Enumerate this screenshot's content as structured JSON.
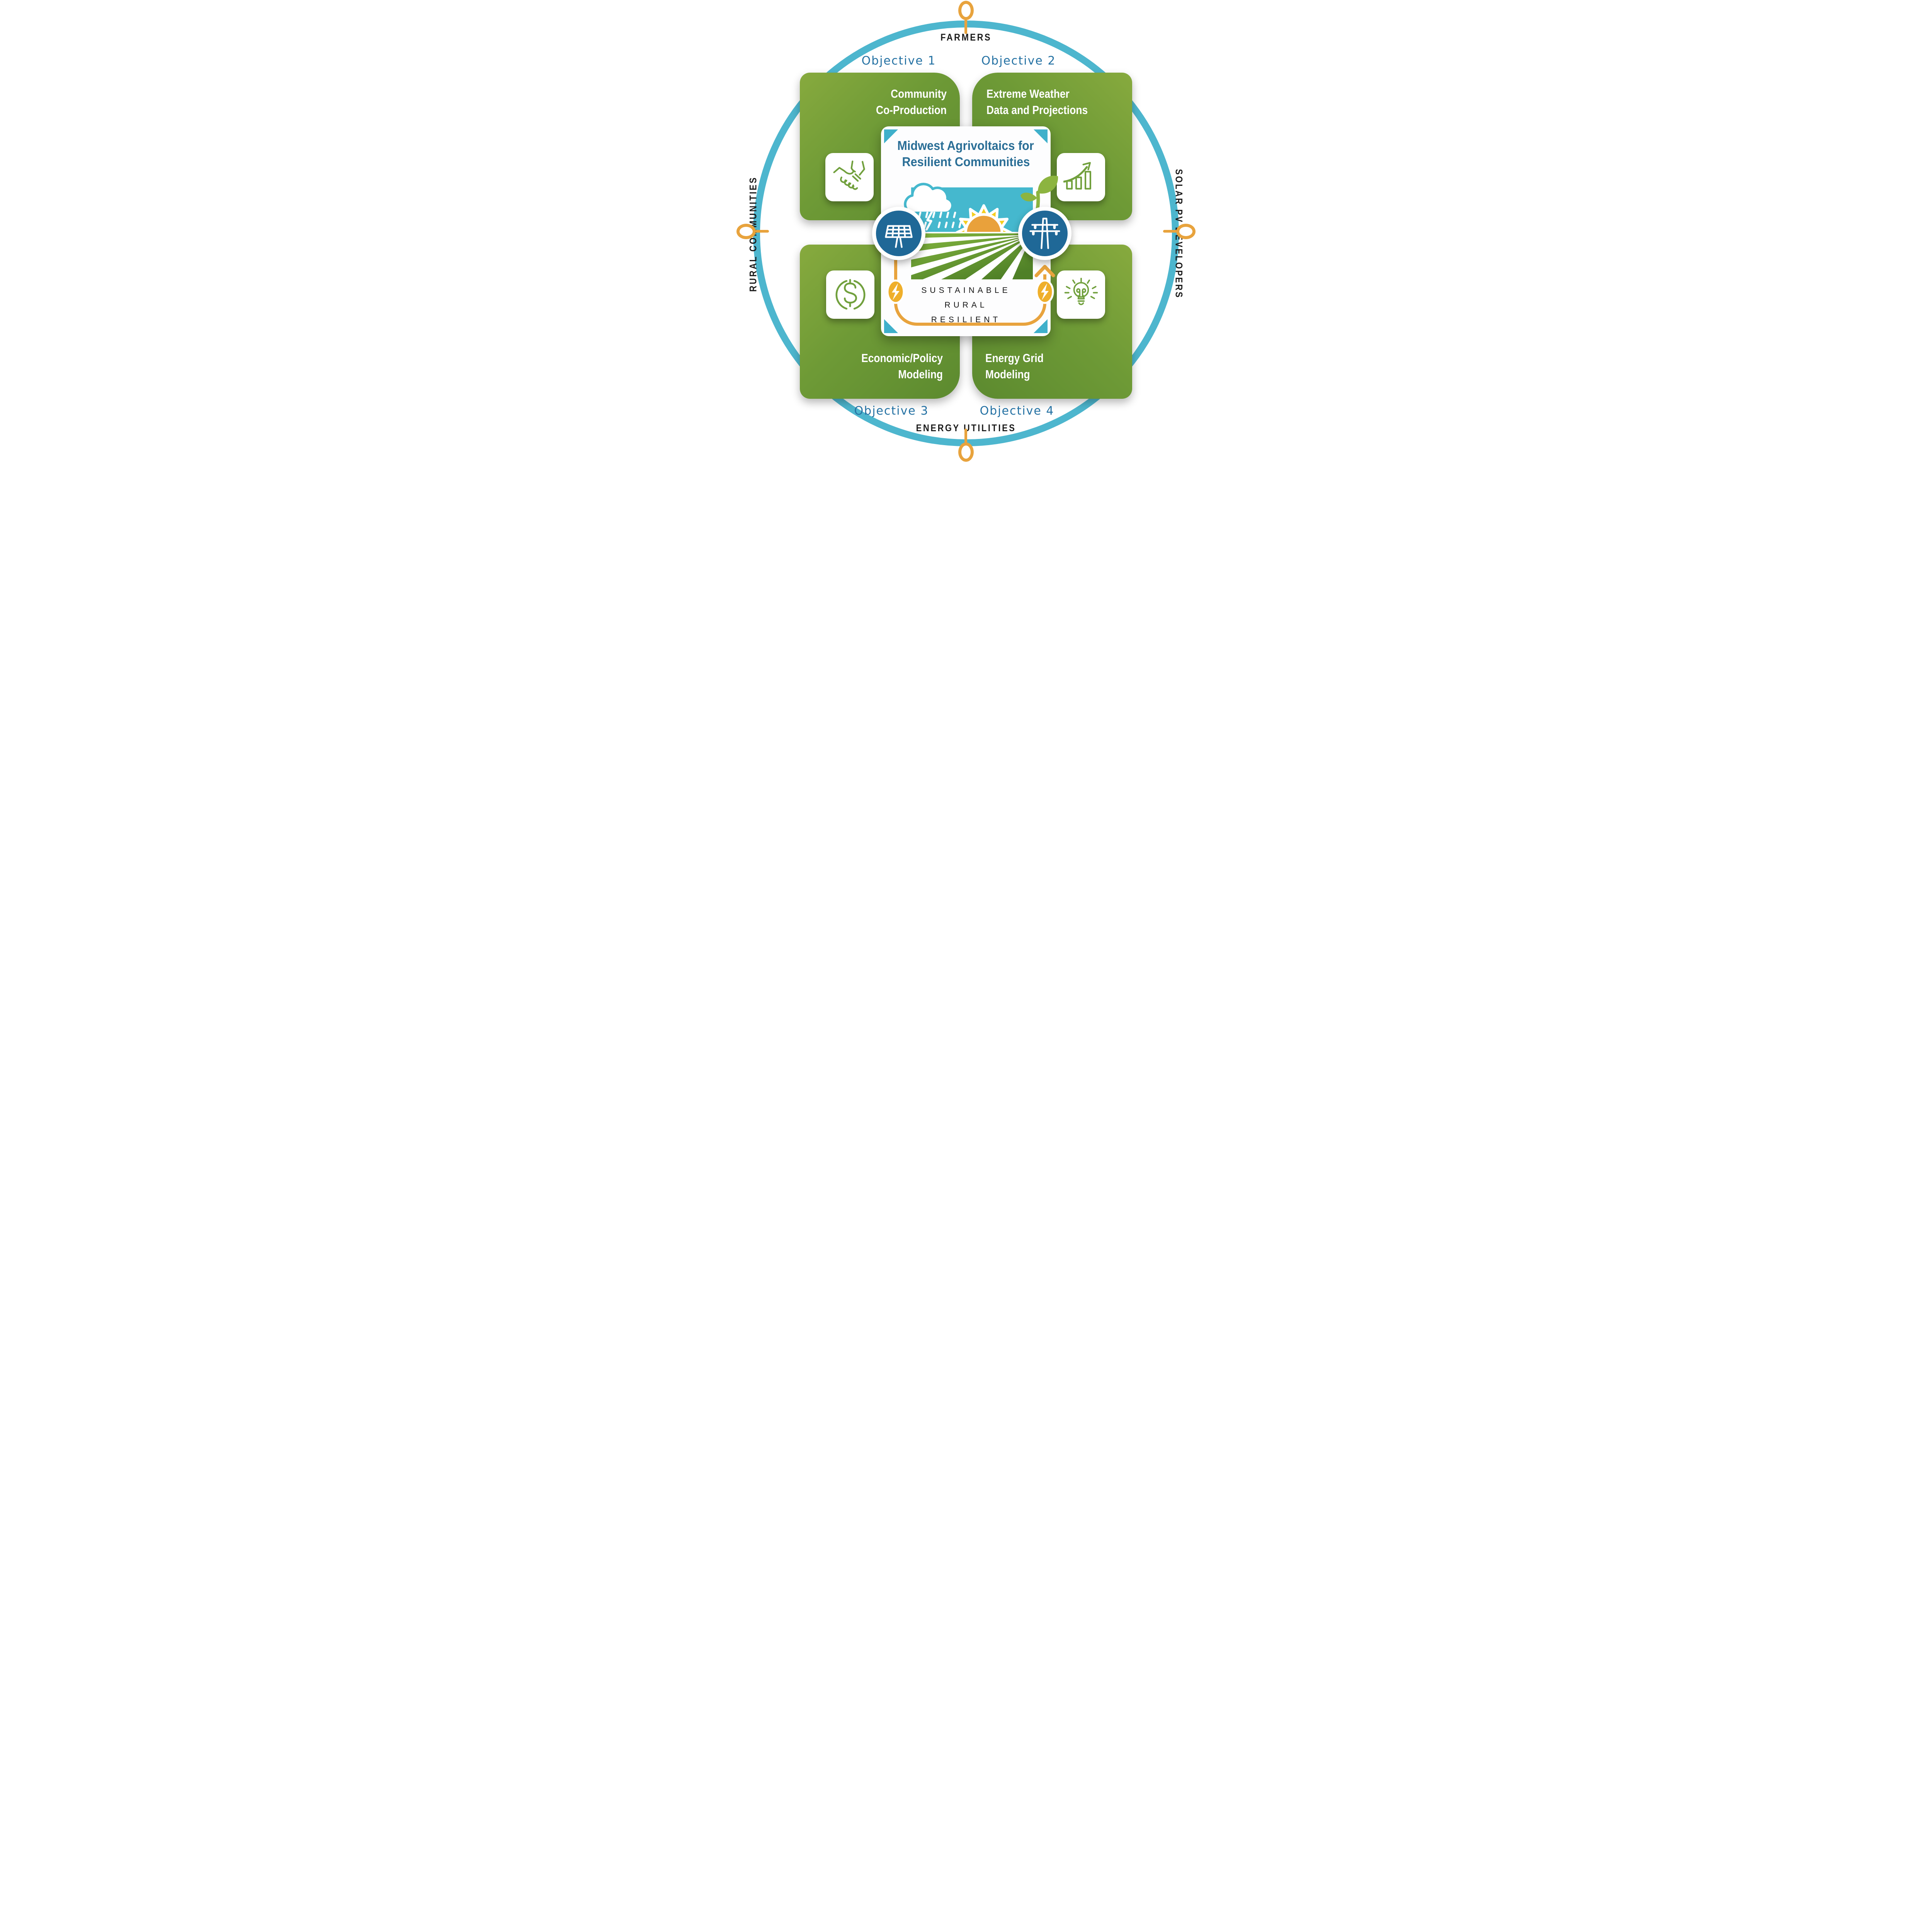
{
  "diagram": {
    "title_line1": "Midwest Agrivoltaics for",
    "title_line2": "Resilient Communities",
    "keywords": [
      "SUSTAINABLE",
      "RURAL",
      "RESILIENT"
    ]
  },
  "stakeholders": {
    "top": "FARMERS",
    "left": "RURAL COMMUNITIES",
    "right": "SOLAR PV DEVELOPERS",
    "bottom": "ENERGY UTILITIES"
  },
  "objectives": [
    {
      "label": "Objective 1",
      "line1": "Community",
      "line2": "Co-Production",
      "icon": "handshake-icon"
    },
    {
      "label": "Objective 2",
      "line1": "Extreme Weather",
      "line2": "Data and Projections",
      "icon": "growth-chart-icon"
    },
    {
      "label": "Objective 3",
      "line1": "Economic/Policy",
      "line2": "Modeling",
      "icon": "dollar-sign-icon"
    },
    {
      "label": "Objective 4",
      "line1": "Energy Grid",
      "line2": "Modeling",
      "icon": "lightbulb-icon"
    }
  ],
  "hub": {
    "left_icon": "solar-panel-icon",
    "right_icon": "transmission-tower-icon"
  },
  "colors": {
    "ring_teal": "#4DB6CE",
    "sky_teal": "#45B8CE",
    "objective_blue": "#2471A3",
    "title_blue": "#2A6E96",
    "hub_blue": "#1F6897",
    "card_green_light": "#87AA3E",
    "card_green_dark": "#5C8A2F",
    "icon_green": "#71A03D",
    "sprout_green": "#8CB440",
    "orange": "#E8A33D",
    "bolt_yellow": "#EFAF2B",
    "sun_yellow": "#F5CE1F",
    "sun_orange": "#E9A13B",
    "label_black": "#1A1A1A"
  }
}
